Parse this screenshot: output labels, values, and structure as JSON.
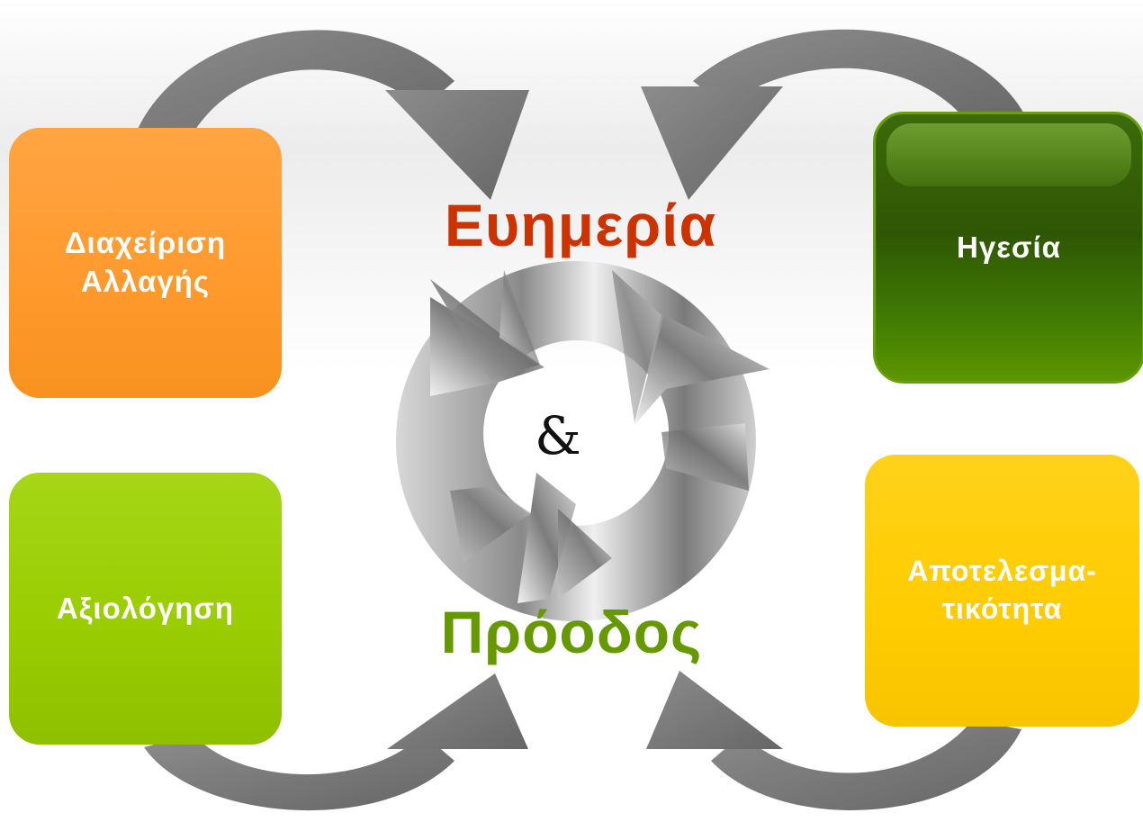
{
  "boxes": {
    "change": {
      "label": "Διαχείριση\nΑλλαγής"
    },
    "evaluation": {
      "label": "Αξιολόγηση"
    },
    "leadership": {
      "label": "Ηγεσία"
    },
    "effectiveness": {
      "label": "Αποτελεσμα-\nτικότητα"
    }
  },
  "center": {
    "top_word": "Ευημερία",
    "bottom_word": "Πρόοδος",
    "connector": "&"
  },
  "colors": {
    "change": "#ff9a2e",
    "evaluation": "#99cc00",
    "leadership": "#2f5604",
    "effectiveness": "#ffcc00",
    "wellbeing_text": "#cc3300",
    "progress_text": "#669900",
    "arrow_grey": "#7f7f7f"
  }
}
